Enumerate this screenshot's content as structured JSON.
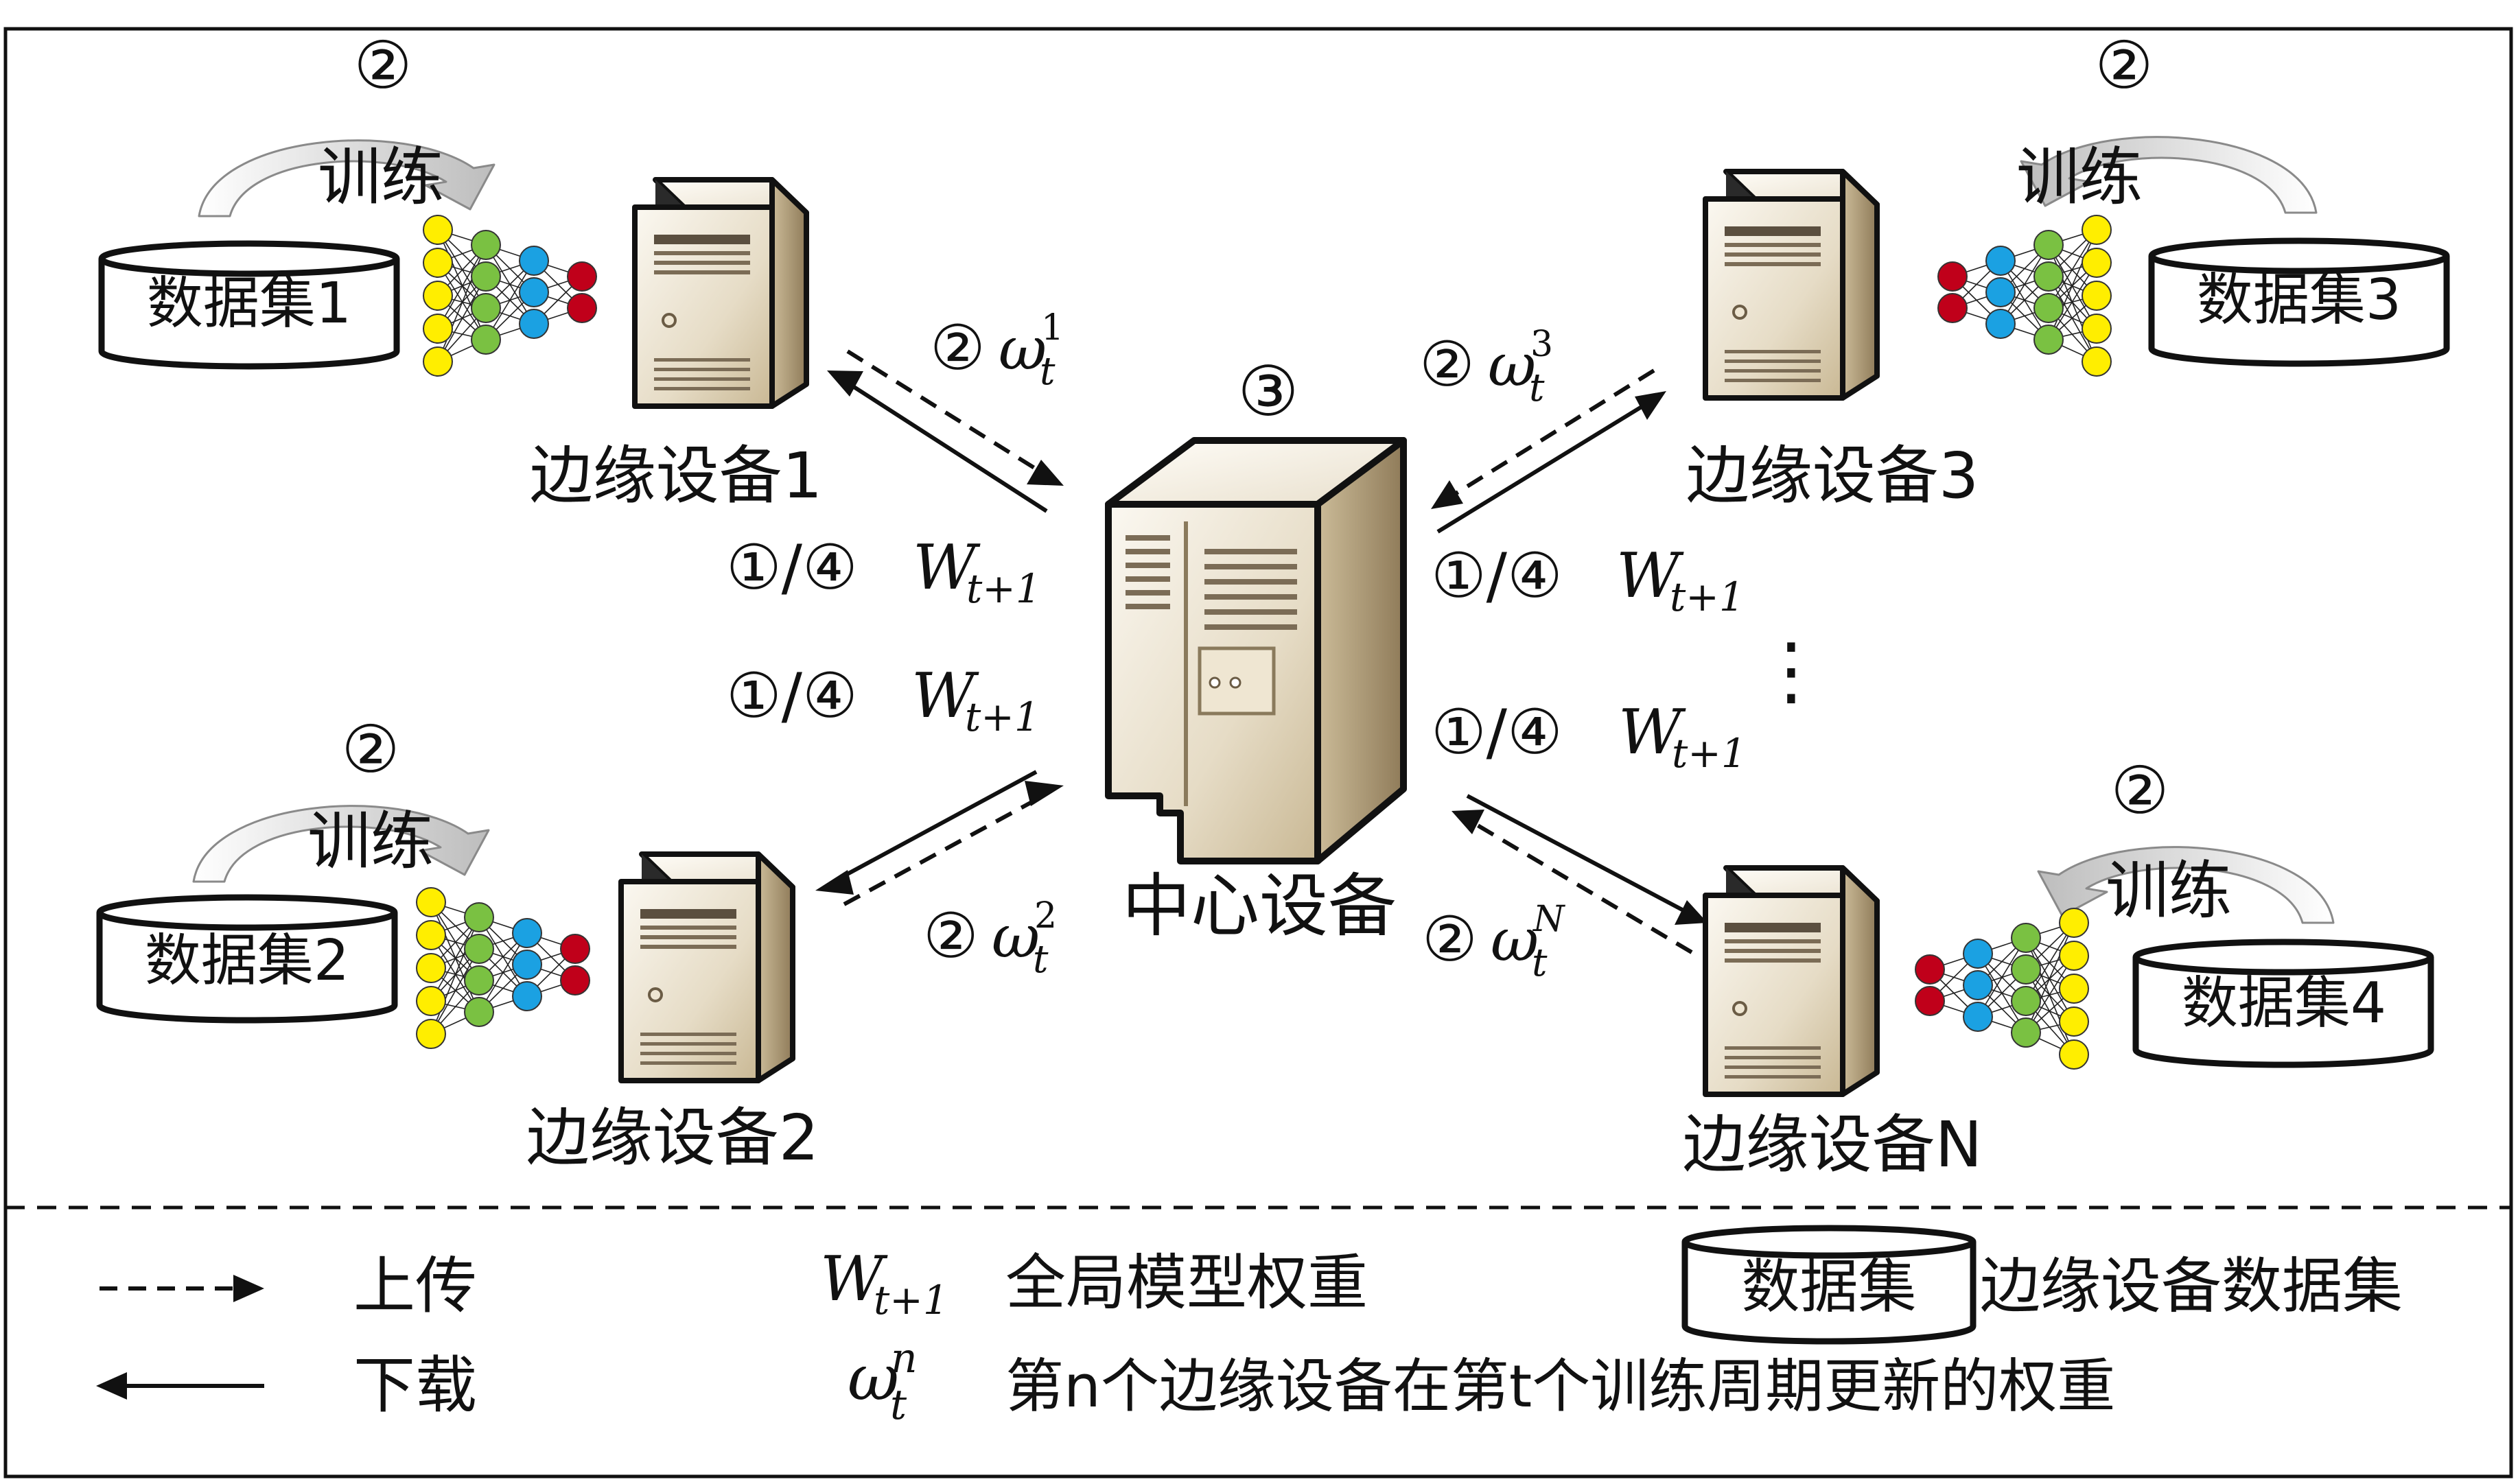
{
  "center": {
    "label": "中心设备",
    "step": "③"
  },
  "edges": [
    {
      "label": "边缘设备1",
      "dataset": "数据集1",
      "step": "②",
      "train": "训练",
      "upload_step": "②",
      "upload_sup": "1",
      "download_step": "①/④"
    },
    {
      "label": "边缘设备2",
      "dataset": "数据集2",
      "step": "②",
      "train": "训练",
      "upload_step": "②",
      "upload_sup": "2",
      "download_step": "①/④"
    },
    {
      "label": "边缘设备3",
      "dataset": "数据集3",
      "step": "②",
      "train": "训练",
      "upload_step": "②",
      "upload_sup": "3",
      "download_step": "①/④"
    },
    {
      "label": "边缘设备N",
      "dataset": "数据集4",
      "step": "②",
      "train": "训练",
      "upload_step": "②",
      "upload_sup": "N",
      "download_step": "①/④"
    }
  ],
  "math": {
    "W": "W",
    "W_sub": "t+1",
    "omega": "ω",
    "omega_sub": "t",
    "omega_sup_n": "n"
  },
  "ellipsis": "⋮",
  "legend": {
    "upload": "上传",
    "download": "下载",
    "global_weight": "全局模型权重",
    "dataset_box": "数据集",
    "edge_dataset": "边缘设备数据集",
    "edge_weight": "第n个边缘设备在第t个训练周期更新的权重"
  },
  "colors": {
    "neuron_yellow": "#ffee00",
    "neuron_green": "#7ac142",
    "neuron_blue": "#1ba1e2",
    "neuron_red": "#c0001a",
    "server_light": "#f2ecdf",
    "server_mid": "#d9ccb0",
    "server_dark": "#a89574"
  }
}
